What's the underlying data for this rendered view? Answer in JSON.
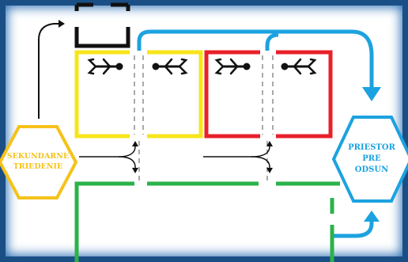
{
  "left_hexagon": {
    "line1": "SEKUNDARNE",
    "line2": "TRIEDENIE",
    "color": "#f5c21b"
  },
  "right_hexagon": {
    "line1": "PRIESTOR",
    "line2": "PRE",
    "line3": "ODSUN",
    "color": "#1ca2e0"
  },
  "colors": {
    "yellow_zone": "#f7e51a",
    "red_zone": "#e8202a",
    "green_zone": "#2bb24a",
    "blue_arrows": "#1ca2e0",
    "black": "#111111",
    "frame": "#1a4f86"
  },
  "people_icons": [
    "person-lying-icon",
    "person-lying-icon",
    "person-lying-icon",
    "person-lying-icon"
  ]
}
